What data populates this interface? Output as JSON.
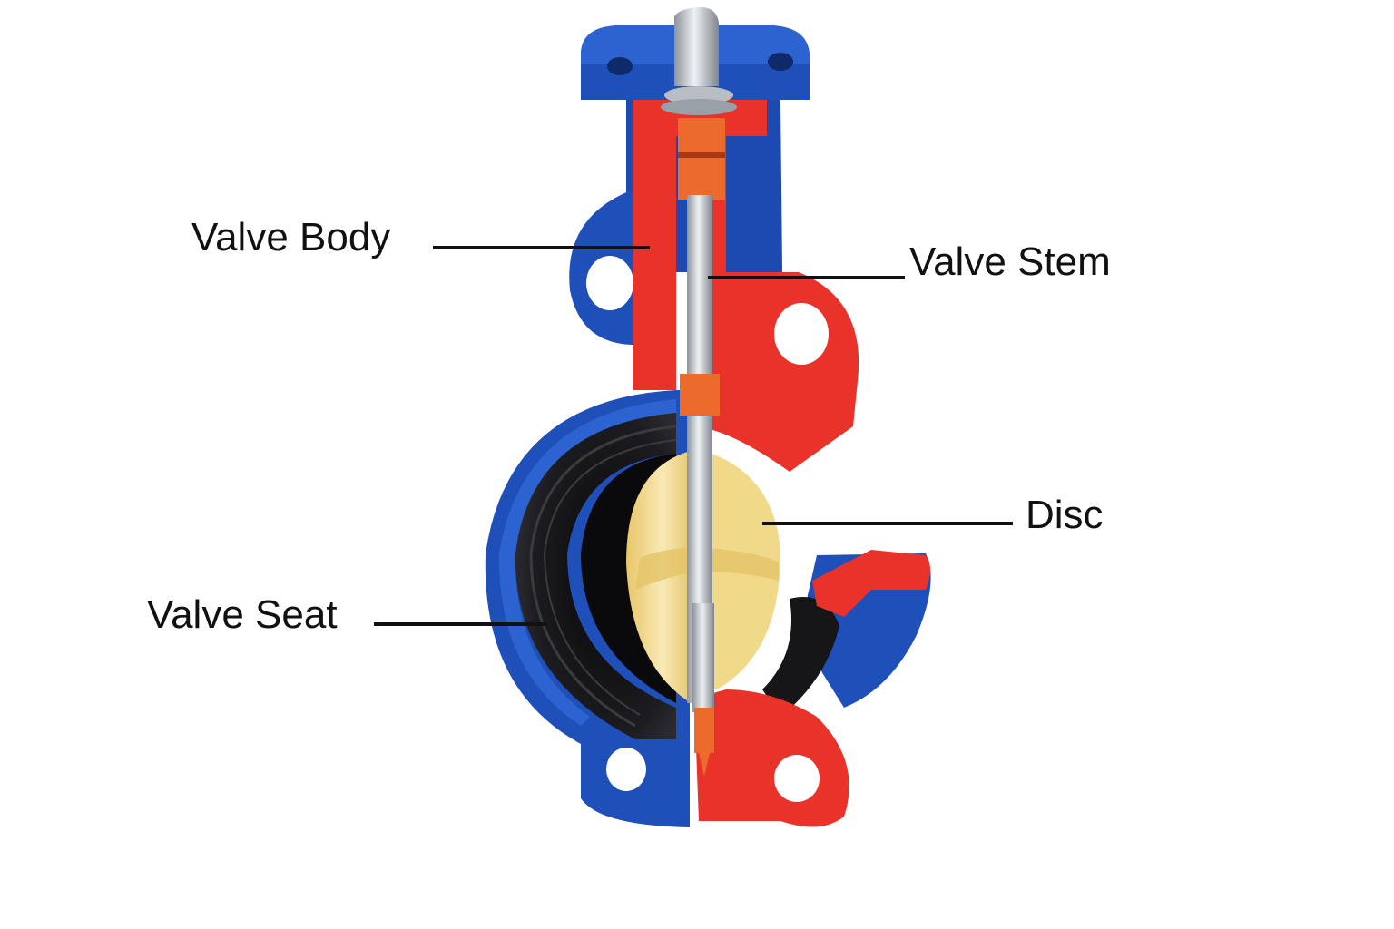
{
  "labels": {
    "valve_body": "Valve Body",
    "valve_stem": "Valve Stem",
    "disc": "Disc",
    "valve_seat": "Valve Seat"
  },
  "colors": {
    "body_blue": "#1f4fb8",
    "body_blue_dark": "#163a8c",
    "cut_red": "#e8322a",
    "stem_orange": "#ec6a2c",
    "stem_steel": "#c7ccd3",
    "disc_yellow": "#f3dd93",
    "seat_black": "#161618",
    "leader_line": "#111111"
  },
  "icons": [
    "butterfly-valve-cutaway"
  ]
}
